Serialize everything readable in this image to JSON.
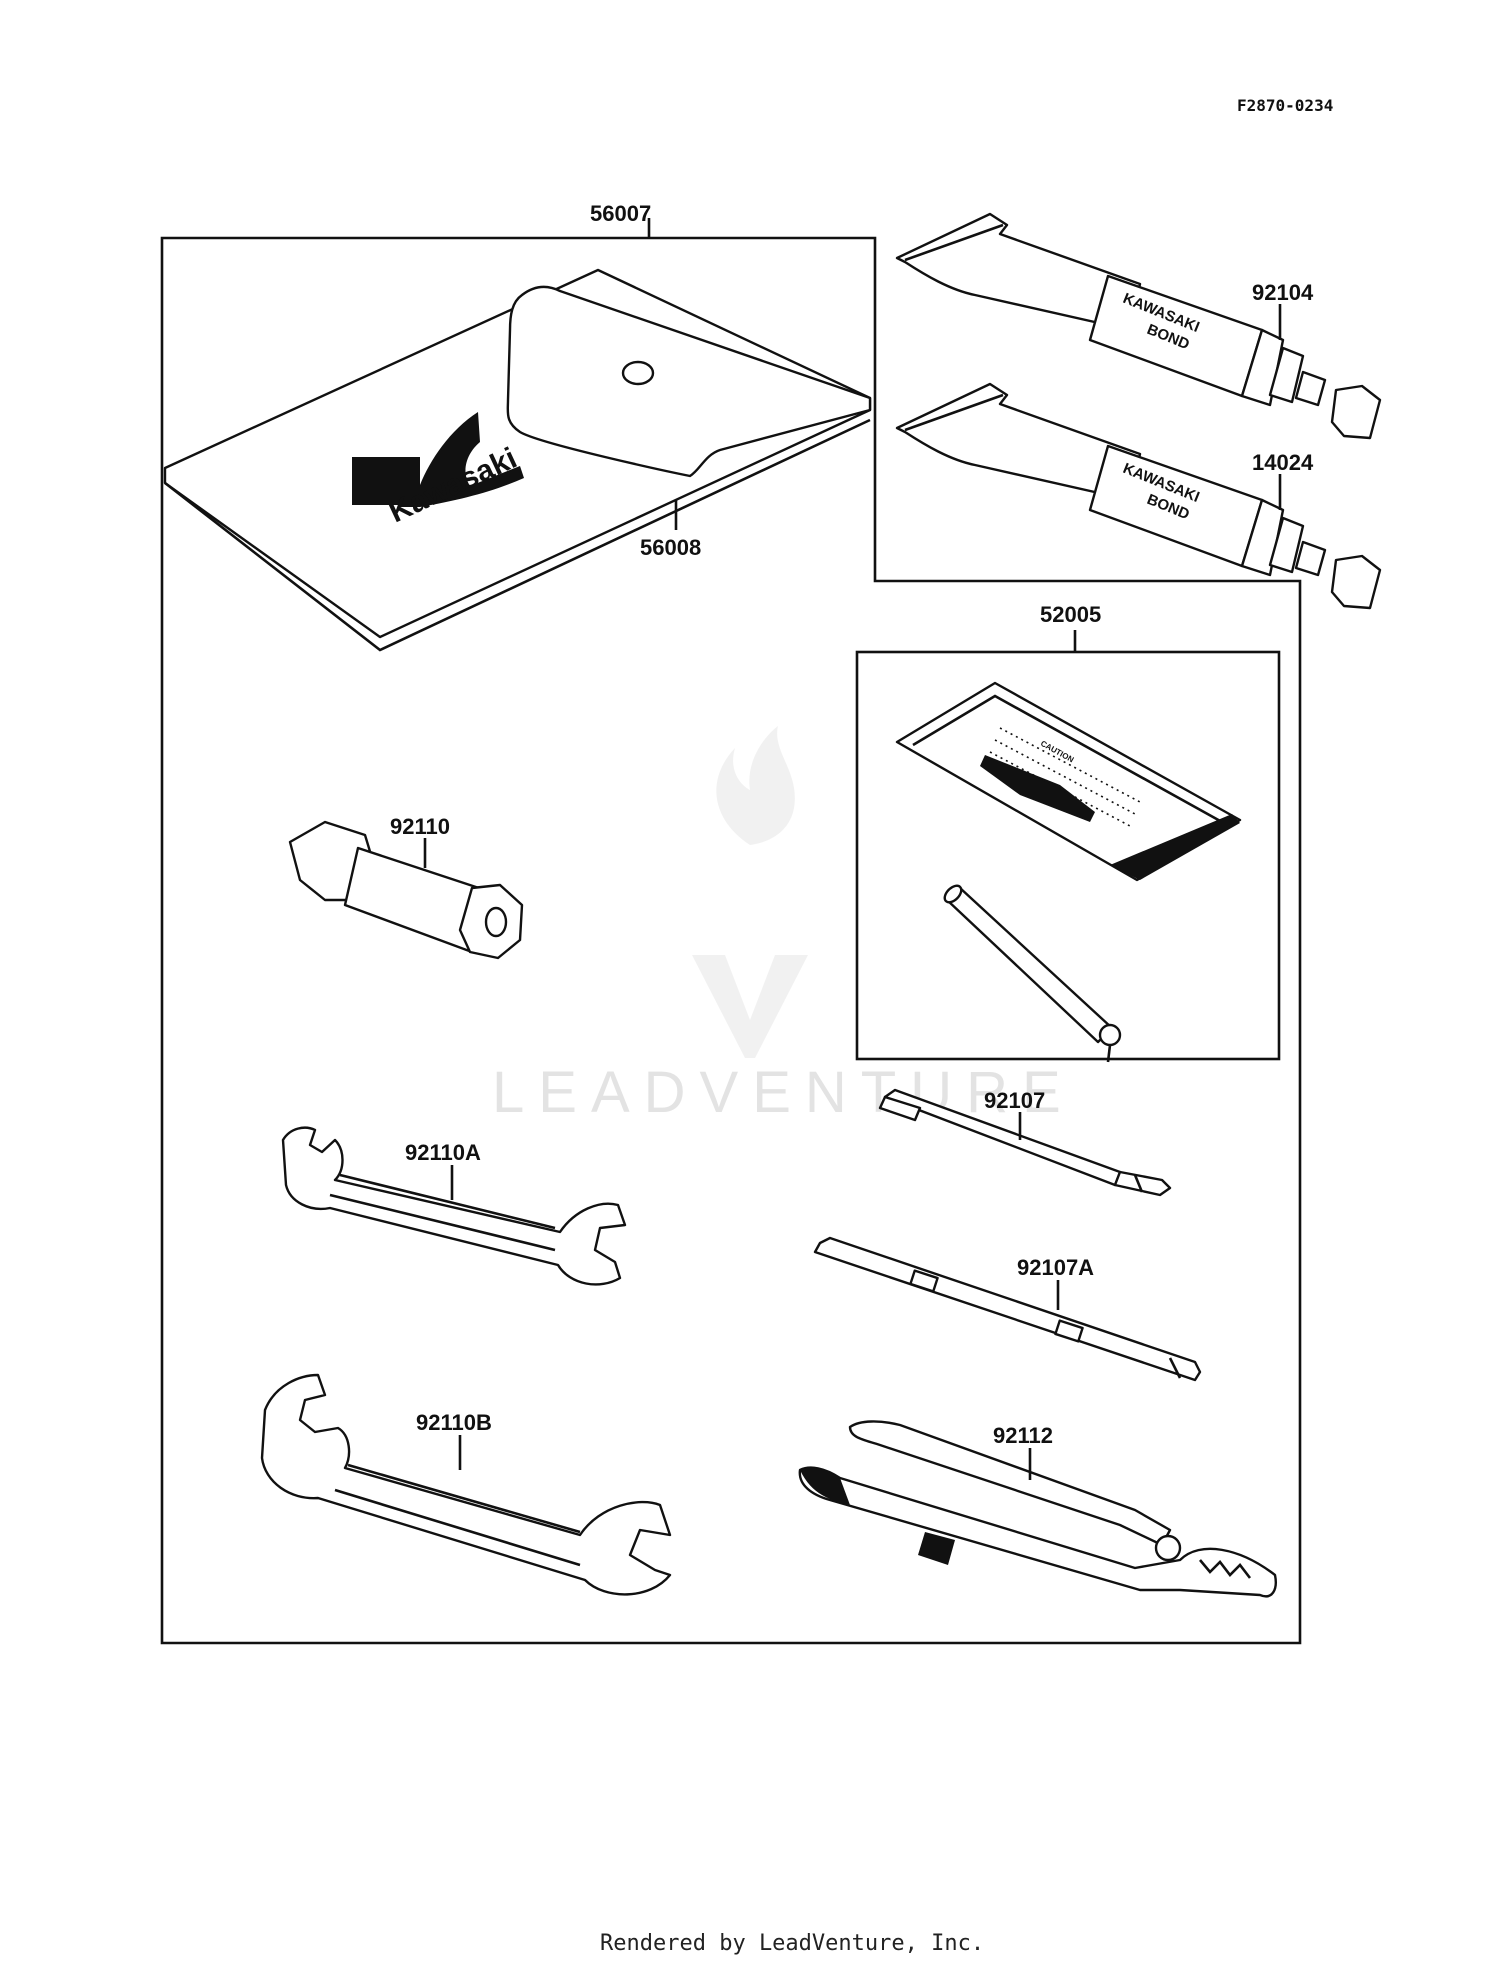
{
  "diagram_code": "F2870-0234",
  "footer": "Rendered by LeadVenture, Inc.",
  "watermark": "LEADVENTURE",
  "tube_print": {
    "line1": "KAWASAKI",
    "line2": "BOND"
  },
  "pouch_brand": "Kawasaki",
  "manual_heading": "CAUTION",
  "callouts": {
    "tool_kit": "56007",
    "tool_bag": "56008",
    "bond_a": "92104",
    "bond_b": "14024",
    "owners_manual_set": "52005",
    "spark_plug_wrench": "92110",
    "wrench_a": "92110A",
    "wrench_b": "92110B",
    "screwdriver_handle": "92107",
    "screwdriver_bit": "92107A",
    "pliers": "92112"
  }
}
